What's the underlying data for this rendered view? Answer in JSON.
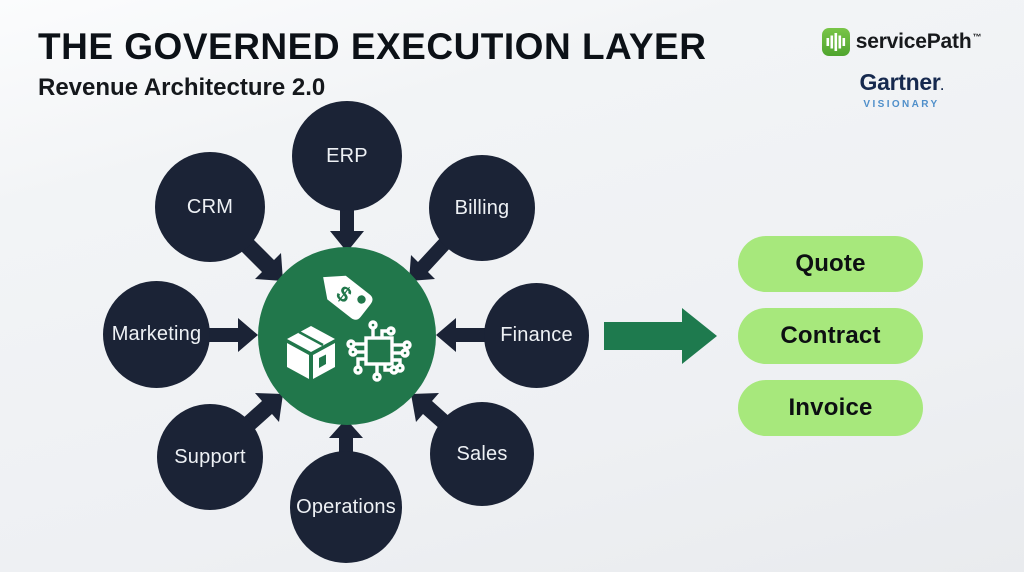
{
  "header": {
    "title": "THE GOVERNED EXECUTION LAYER",
    "subtitle": "Revenue Architecture 2.0"
  },
  "branding": {
    "logo_text": "servicePath",
    "logo_tm": "™",
    "gartner": "Gartner",
    "gartner_mark": ".",
    "award": "VISIONARY"
  },
  "hub": {
    "tag_symbol": "$",
    "icons": [
      "price-tag-icon",
      "package-icon",
      "chip-icon"
    ]
  },
  "sources": [
    {
      "label": "ERP"
    },
    {
      "label": "CRM"
    },
    {
      "label": "Billing"
    },
    {
      "label": "Marketing"
    },
    {
      "label": "Finance"
    },
    {
      "label": "Support"
    },
    {
      "label": "Operations"
    },
    {
      "label": "Sales"
    }
  ],
  "outputs": [
    {
      "label": "Quote"
    },
    {
      "label": "Contract"
    },
    {
      "label": "Invoice"
    }
  ],
  "colors": {
    "node_navy": "#1b2336",
    "hub_green": "#21774b",
    "flow_arrow_green": "#1e7a4e",
    "pill_green": "#a7e87c",
    "gartner_navy": "#16294e",
    "visionary_blue": "#4f8fca",
    "background": "#eef0f3"
  }
}
